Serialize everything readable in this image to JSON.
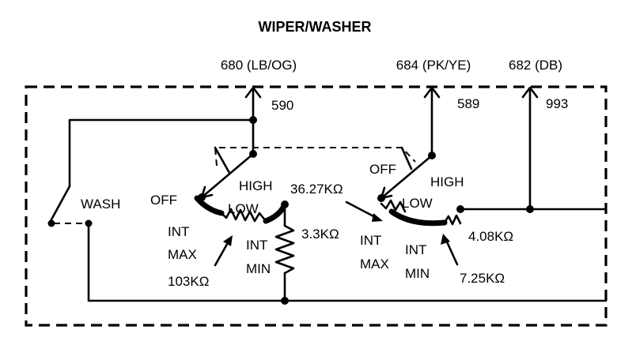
{
  "title": "WIPER/WASHER",
  "connectors": {
    "c680": "680 (LB/OG)",
    "c684": "684 (PK/YE)",
    "c682": "682 (DB)"
  },
  "circuits": {
    "c590": "590",
    "c589": "589",
    "c993": "993"
  },
  "wash_switch": {
    "label": "WASH"
  },
  "left_switch": {
    "off": "OFF",
    "high": "HIGH",
    "low": "LOW",
    "int_max_1": "INT",
    "int_max_2": "MAX",
    "int_min_1": "INT",
    "int_min_2": "MIN",
    "resistor_value": "103KΩ",
    "series_resistor": "3.3KΩ"
  },
  "right_switch": {
    "off": "OFF",
    "high": "HIGH",
    "low": "LOW",
    "int_max_1": "INT",
    "int_max_2": "MAX",
    "int_min_1": "INT",
    "int_min_2": "MIN",
    "resistor_value": "36.27KΩ",
    "min_resistor": "7.25KΩ",
    "series_resistor": "4.08KΩ"
  }
}
